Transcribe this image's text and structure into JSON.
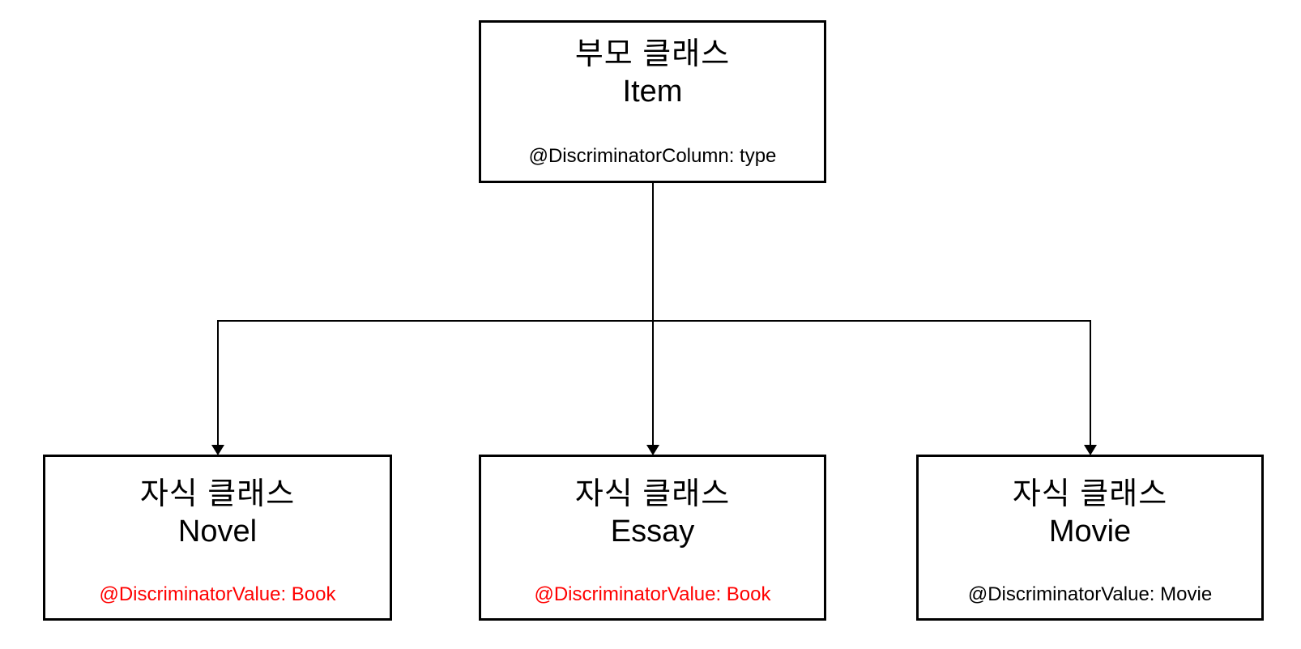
{
  "diagram": {
    "background_color": "#ffffff",
    "line_color": "#000000",
    "accent_red": "#ff0000",
    "parent": {
      "title": "부모 클래스",
      "name": "Item",
      "annotation": "@DiscriminatorColumn: type",
      "annotation_color": "#000000"
    },
    "children": [
      {
        "title": "자식 클래스",
        "name": "Novel",
        "annotation": "@DiscriminatorValue: Book",
        "annotation_color": "#ff0000"
      },
      {
        "title": "자식 클래스",
        "name": "Essay",
        "annotation": "@DiscriminatorValue: Book",
        "annotation_color": "#ff0000"
      },
      {
        "title": "자식 클래스",
        "name": "Movie",
        "annotation": "@DiscriminatorValue: Movie",
        "annotation_color": "#000000"
      }
    ]
  }
}
